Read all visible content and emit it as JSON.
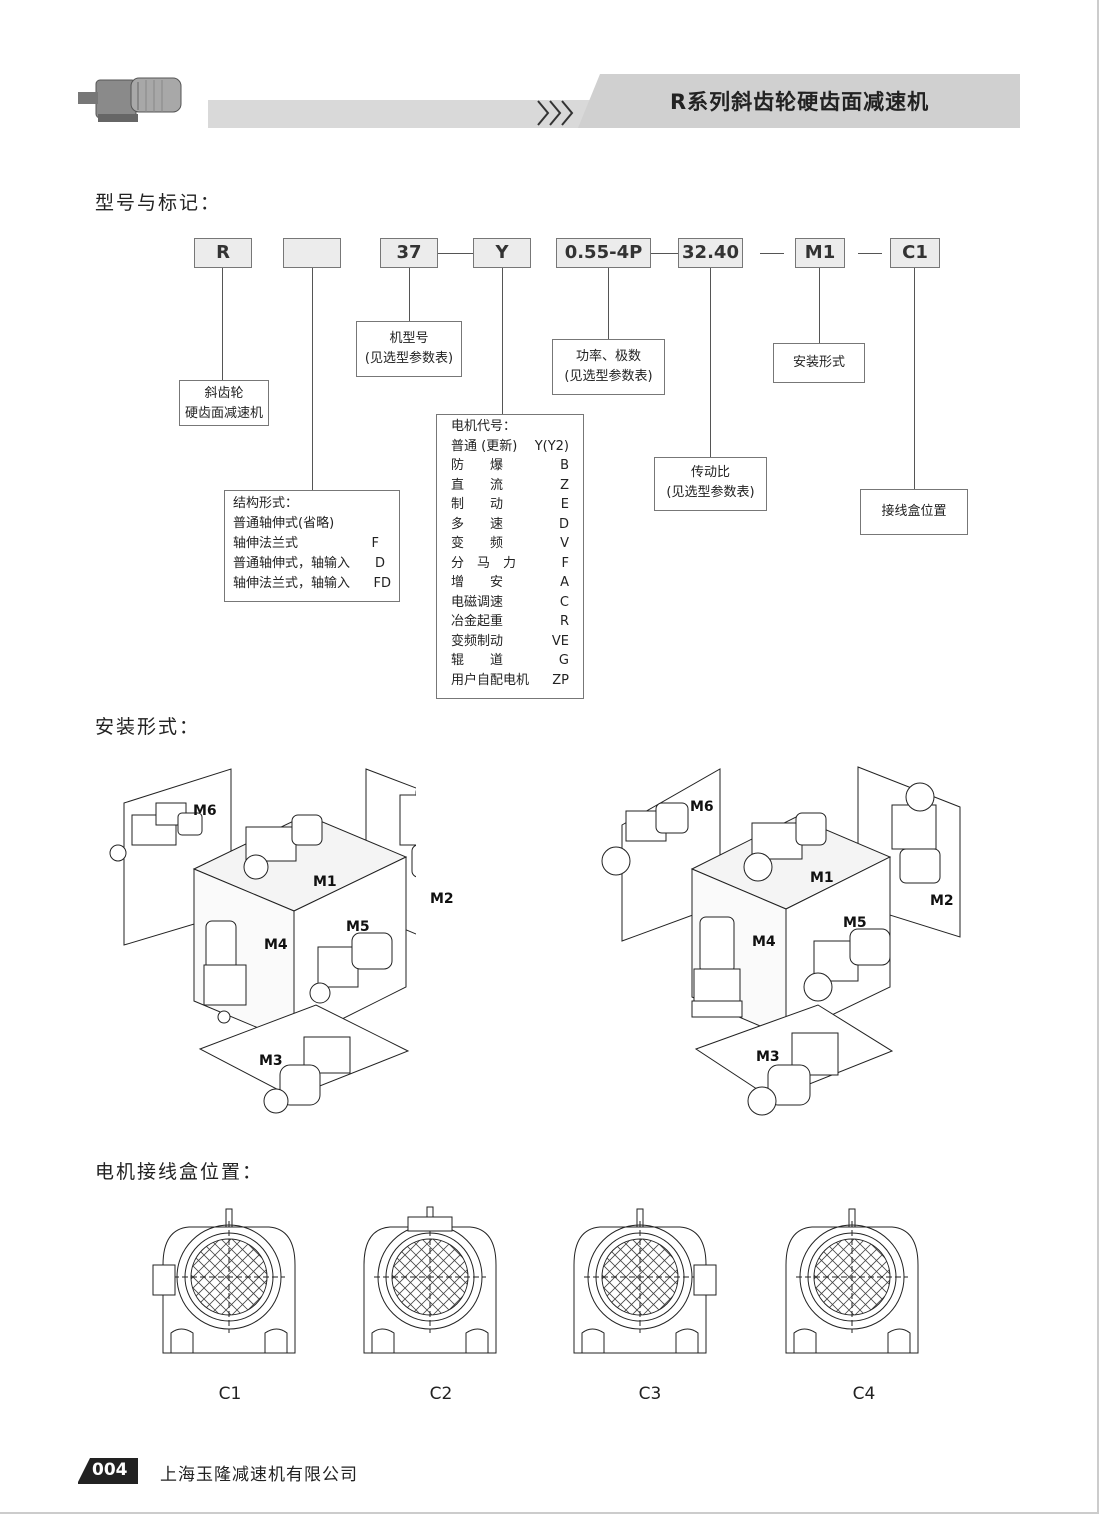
{
  "header": {
    "title": "R系列斜齿轮硬齿面减速机"
  },
  "sections": {
    "model_title": "型号与标记：",
    "mounting_title": "安装形式：",
    "terminal_title": "电机接线盒位置："
  },
  "code_boxes": [
    "R",
    "",
    "37",
    "Y",
    "0.55-4P",
    "32.40",
    "M1",
    "C1"
  ],
  "descriptions": {
    "helical": [
      "斜齿轮",
      "硬齿面减速机"
    ],
    "size": [
      "机型号",
      "(见选型参数表)"
    ],
    "power": [
      "功率、极数",
      "(见选型参数表)"
    ],
    "mount": "安装形式",
    "ratio": [
      "传动比",
      "(见选型参数表)"
    ],
    "terminal": "接线盒位置",
    "structure": {
      "title": "结构形式：",
      "rows": [
        {
          "name": "普通轴伸式(省略)",
          "code": ""
        },
        {
          "name": "轴伸法兰式",
          "code": "F"
        },
        {
          "name": "普通轴伸式，轴输入",
          "code": "D"
        },
        {
          "name": "轴伸法兰式，轴输入",
          "code": "FD"
        }
      ]
    },
    "motor": {
      "title": "电机代号：",
      "rows": [
        {
          "name": "普通 (更新)",
          "code": "Y(Y2)"
        },
        {
          "name": "防　　爆",
          "code": "B"
        },
        {
          "name": "直　　流",
          "code": "Z"
        },
        {
          "name": "制　　动",
          "code": "E"
        },
        {
          "name": "多　　速",
          "code": "D"
        },
        {
          "name": "变　　频",
          "code": "V"
        },
        {
          "name": "分　马　力",
          "code": "F"
        },
        {
          "name": "增　　安",
          "code": "A"
        },
        {
          "name": "电磁调速",
          "code": "C"
        },
        {
          "name": "冶金起重",
          "code": "R"
        },
        {
          "name": "变频制动",
          "code": "VE"
        },
        {
          "name": "辊　　道",
          "code": "G"
        },
        {
          "name": "用户自配电机",
          "code": "ZP"
        }
      ]
    }
  },
  "mounting_labels": [
    "M1",
    "M2",
    "M3",
    "M4",
    "M5",
    "M6"
  ],
  "terminal_labels": [
    "C1",
    "C2",
    "C3",
    "C4"
  ],
  "footer": {
    "page": "004",
    "company": "上海玉隆减速机有限公司"
  }
}
